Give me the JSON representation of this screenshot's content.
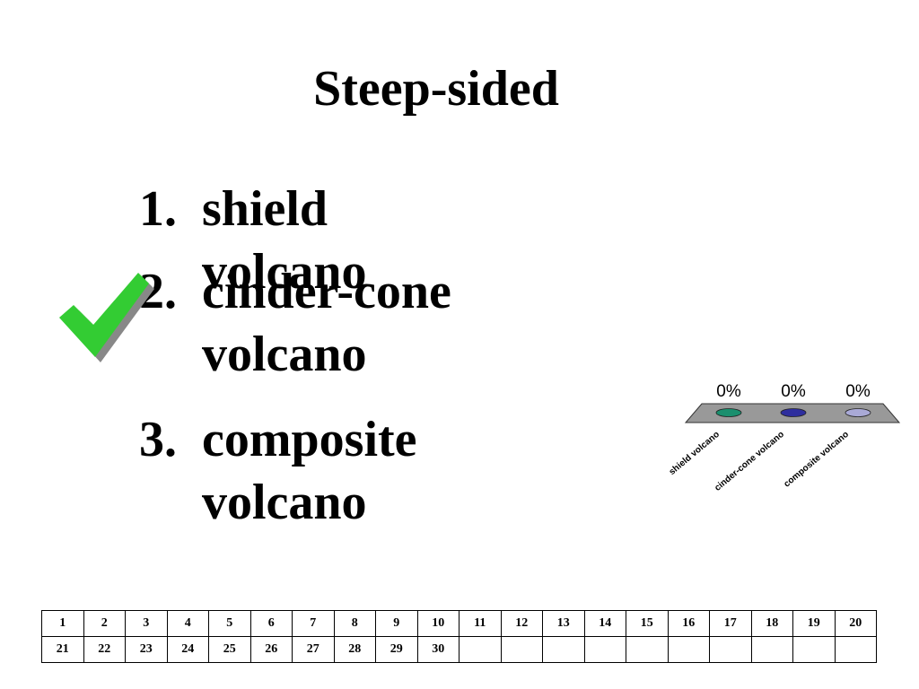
{
  "title": "Steep-sided",
  "answers": [
    {
      "num": "1.",
      "text": "shield volcano"
    },
    {
      "num": "2.",
      "text": "cinder-cone volcano"
    },
    {
      "num": "3.",
      "text": "composite volcano"
    }
  ],
  "correct_answer_index": 2,
  "colors": {
    "check_green": "#33cc33",
    "check_shadow": "#888888",
    "platform": "#999999",
    "series": [
      "#1a8f6e",
      "#2e2e9e",
      "#a9a9d6"
    ]
  },
  "chart_data": {
    "type": "bar",
    "categories": [
      "shield volcano",
      "cinder-cone volcano",
      "composite volcano"
    ],
    "values": [
      0,
      0,
      0
    ],
    "value_labels": [
      "0%",
      "0%",
      "0%"
    ],
    "ylim": [
      0,
      100
    ]
  },
  "response_grid": {
    "rows": [
      [
        "1",
        "2",
        "3",
        "4",
        "5",
        "6",
        "7",
        "8",
        "9",
        "10",
        "11",
        "12",
        "13",
        "14",
        "15",
        "16",
        "17",
        "18",
        "19",
        "20"
      ],
      [
        "21",
        "22",
        "23",
        "24",
        "25",
        "26",
        "27",
        "28",
        "29",
        "30",
        "",
        "",
        "",
        "",
        "",
        "",
        "",
        "",
        "",
        ""
      ]
    ]
  }
}
